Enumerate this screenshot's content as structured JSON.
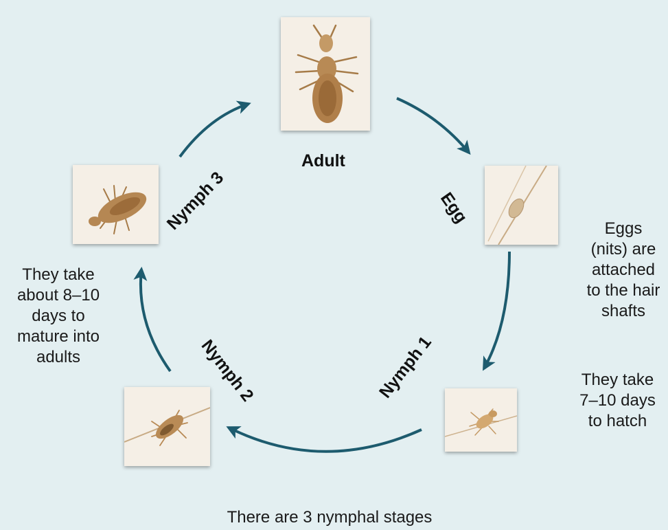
{
  "colors": {
    "background": "#e3eff1",
    "arrow": "#1d5b6e",
    "photo_background": "#f5efe6",
    "louse_body": "#b88a55"
  },
  "stages": {
    "adult": "Adult",
    "egg": "Egg",
    "nymph1": "Nymph 1",
    "nymph2": "Nymph 2",
    "nymph3": "Nymph 3"
  },
  "notes": {
    "egg_lines": [
      "Eggs",
      "(nits) are",
      "attached",
      "to the hair",
      "shafts"
    ],
    "hatch_lines": [
      "They take",
      "7–10 days",
      "to hatch"
    ],
    "mature_lines": [
      "They take",
      "about 8–10",
      "days to",
      "mature into",
      "adults"
    ],
    "bottom": "There are 3 nymphal stages"
  },
  "icons": {
    "adult_photo": "adult-louse-photo",
    "egg_photo": "nit-on-hair-photo",
    "nymph1_photo": "nymph-louse-photo",
    "nymph2_photo": "nymph-louse-on-hair-photo",
    "nymph3_photo": "large-nymph-louse-photo"
  }
}
